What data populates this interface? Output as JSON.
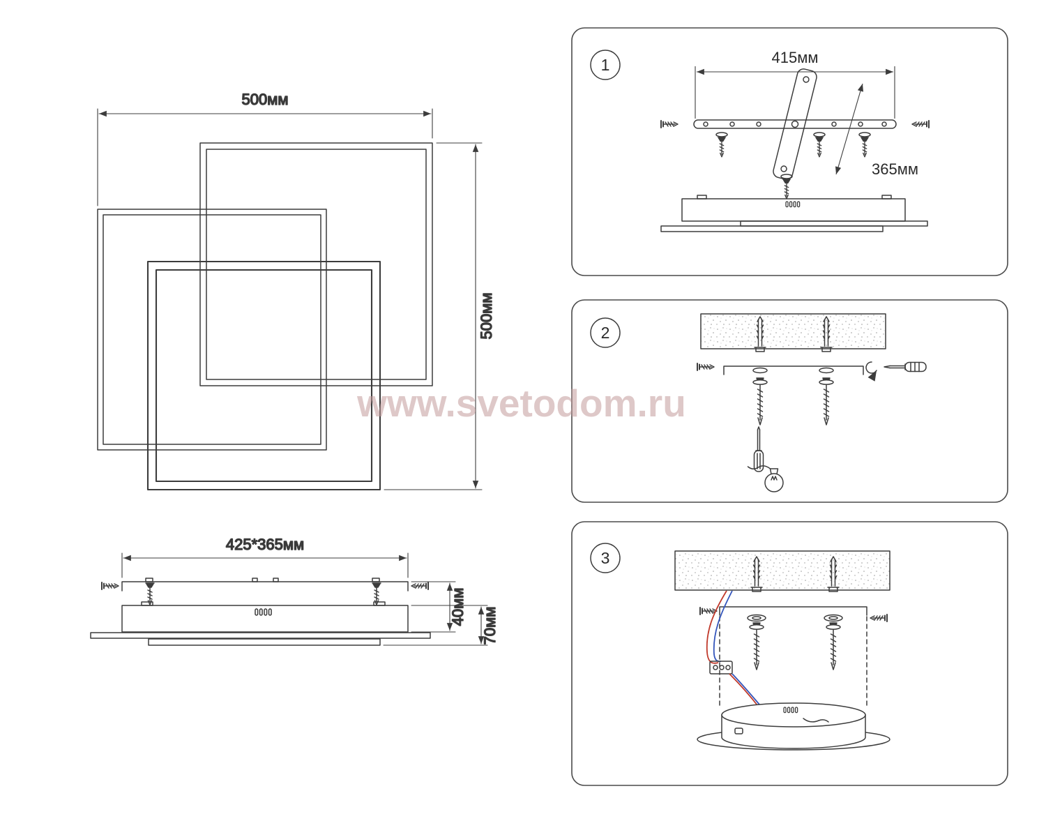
{
  "watermark": "www.svetodom.ru",
  "front_view": {
    "width": "500мм",
    "height": "500мм"
  },
  "side_view": {
    "width": "425*365мм",
    "height_upper": "40мм",
    "height_total": "70мм"
  },
  "step1": {
    "number": "1",
    "dim_width": "415мм",
    "dim_strap": "365мм"
  },
  "step2": {
    "number": "2"
  },
  "step3": {
    "number": "3"
  }
}
